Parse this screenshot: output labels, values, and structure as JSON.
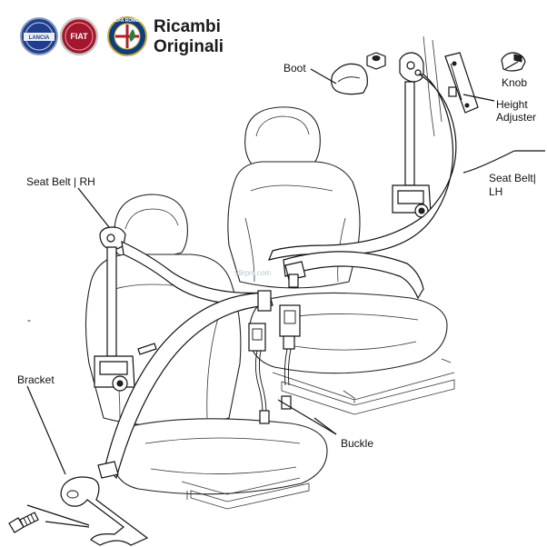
{
  "brand": {
    "title_line1": "Ricambi",
    "title_line2": "Originali",
    "logos": [
      {
        "name": "lancia-logo",
        "text": "LANCIA",
        "color": "#1f3f8c"
      },
      {
        "name": "fiat-logo",
        "text": "FIAT",
        "color": "#a3162c"
      },
      {
        "name": "alfa-romeo-logo",
        "text": "ALFA ROMEO",
        "color": "#0e3f7a"
      }
    ]
  },
  "labels": {
    "boot": "Boot",
    "knob": "Knob",
    "height_adjuster_1": "Height",
    "height_adjuster_2": "Adjuster",
    "seat_belt_rh": "Seat Belt | RH",
    "seat_belt_lh_1": "Seat Belt|",
    "seat_belt_lh_2": "LH",
    "bracket": "Bracket",
    "buckle": "Buckle",
    "dash": "-"
  },
  "watermark": "99rpm.com",
  "colors": {
    "line": "#111111",
    "lancia": "#1f3f8c",
    "fiat": "#a3162c",
    "alfa": "#0e3f7a"
  }
}
